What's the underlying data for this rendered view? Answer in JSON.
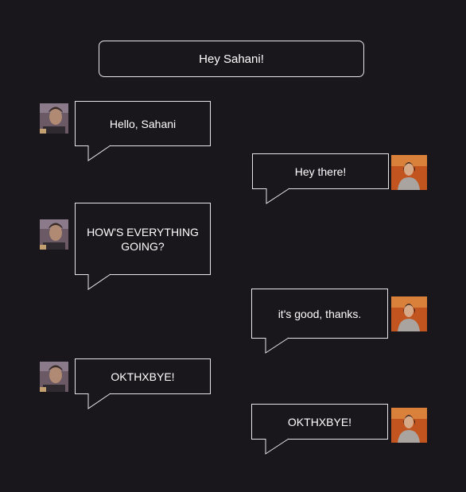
{
  "header": {
    "title": "Hey Sahani!"
  },
  "messages": [
    {
      "sender": "left",
      "text": "Hello, Sahani"
    },
    {
      "sender": "right",
      "text": "Hey there!"
    },
    {
      "sender": "left",
      "text": "HOW'S EVERYTHING GOING?"
    },
    {
      "sender": "right",
      "text": "it's good, thanks."
    },
    {
      "sender": "left",
      "text": "OKTHXBYE!"
    },
    {
      "sender": "right",
      "text": "OKTHXBYE!"
    }
  ],
  "colors": {
    "background": "#19171c",
    "border": "#e6e6e6",
    "text": "#ffffff",
    "avatar_left": "#6b5a66",
    "avatar_right": "#c2541f"
  }
}
